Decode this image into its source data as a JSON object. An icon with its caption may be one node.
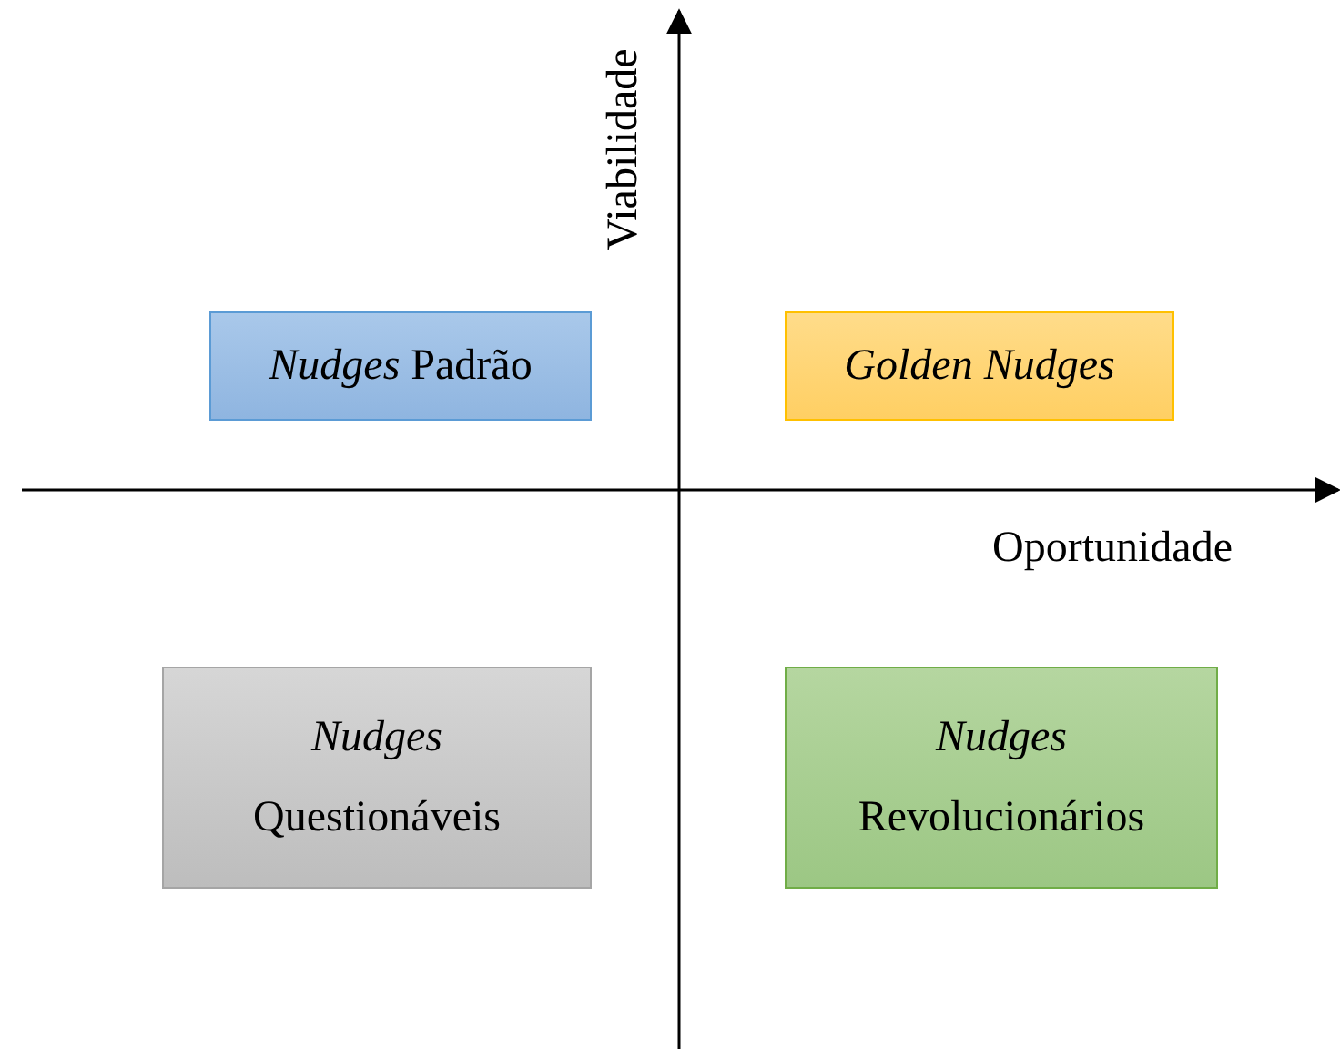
{
  "diagram": {
    "nodes": [
      {
        "text": [
          "*Nudges* Padrão"
        ]
      },
      {
        "text": [
          "Golden Nudges"
        ]
      },
      {
        "text": [
          "*Nudges* Questionáveis"
        ]
      },
      {
        "text": [
          "*Nudges* Revolucionários"
        ]
      }
    ],
    "labels": [
      "Viabilidade",
      "Oportunidade"
    ]
  }
}
